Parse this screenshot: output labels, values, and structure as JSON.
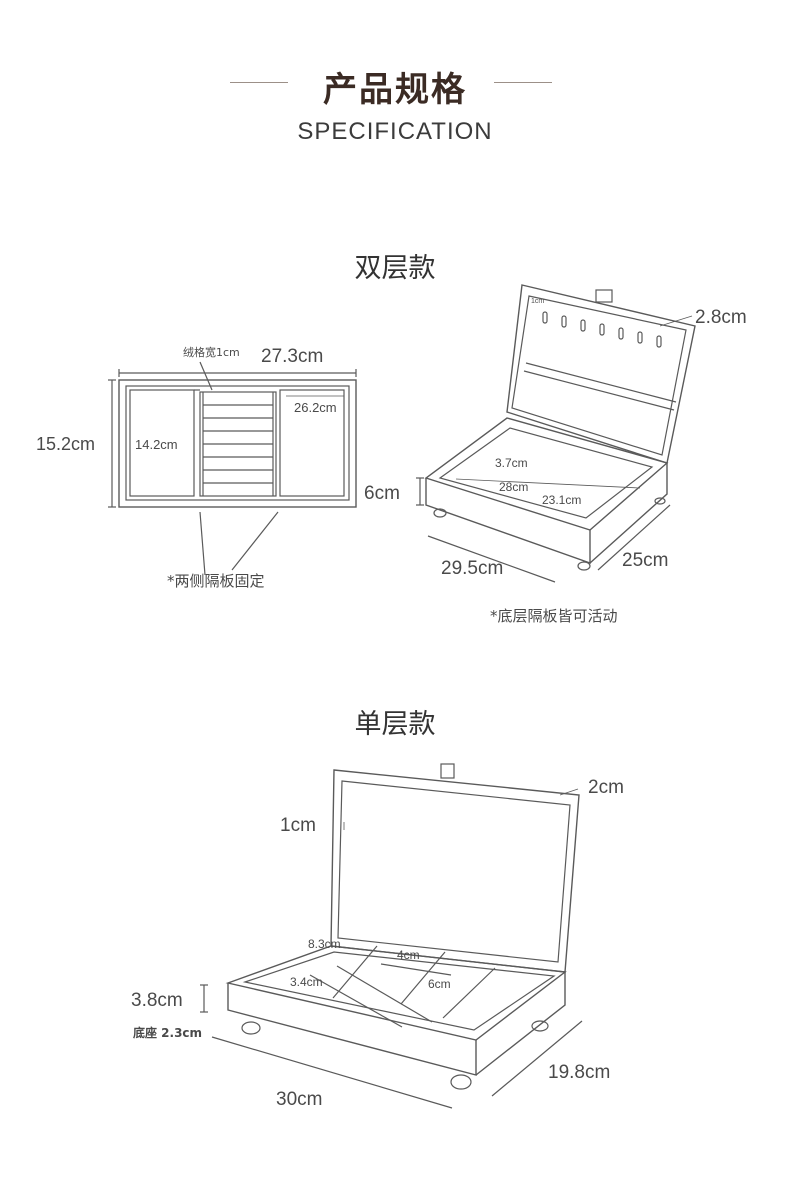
{
  "header": {
    "title_cn": "产品规格",
    "title_en": "SPECIFICATION"
  },
  "double_layer": {
    "title": "双层款",
    "top_view": {
      "divider_width": "绒格宽1cm",
      "outer_width": "27.3cm",
      "inner_width": "26.2cm",
      "outer_depth": "15.2cm",
      "inner_depth": "14.2cm",
      "note": "*两侧隔板固定"
    },
    "iso_view": {
      "lid_edge": "1cm",
      "lid_thickness": "2.8cm",
      "tray_gap": "3.7cm",
      "tray_length": "28cm",
      "tray_width": "23.1cm",
      "height": "6cm",
      "length": "29.5cm",
      "width": "25cm",
      "note": "*底层隔板皆可活动"
    }
  },
  "single_layer": {
    "title": "单层款",
    "lid_thickness": "2cm",
    "lid_frame": "1cm",
    "compartment_a": "8.3cm",
    "compartment_b": "4cm",
    "compartment_c": "3.4cm",
    "compartment_d": "6cm",
    "height": "3.8cm",
    "base": "底座 2.3cm",
    "length": "30cm",
    "width": "19.8cm"
  },
  "colors": {
    "line": "#5a5a5a",
    "title": "#3b2b24",
    "rule": "#9c9088"
  }
}
